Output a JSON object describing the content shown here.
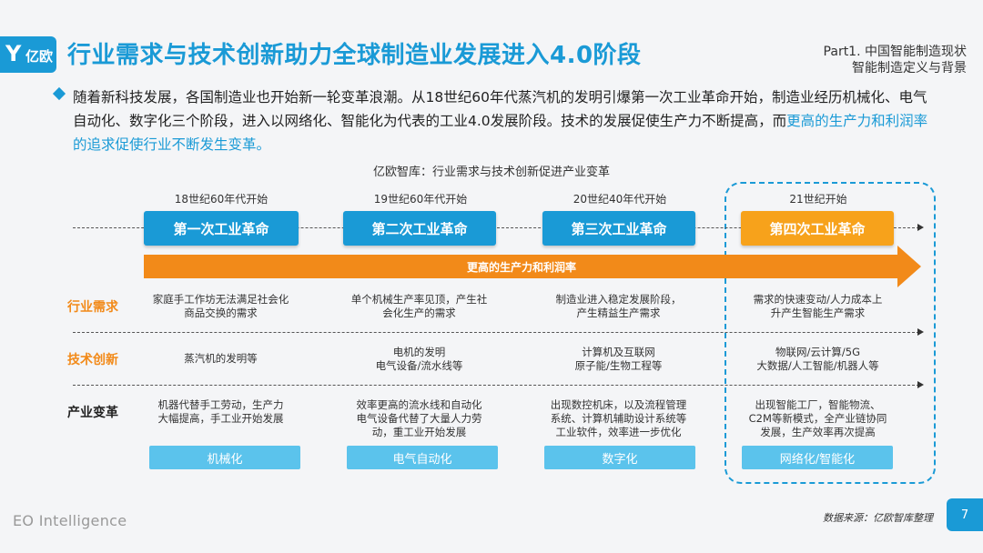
{
  "header": {
    "logo_letter": "Y",
    "logo_text": "亿欧",
    "title": "行业需求与技术创新助力全球制造业发展进入4.0阶段",
    "part_line1": "Part1. 中国智能制造现状",
    "part_line2": "智能制造定义与背景"
  },
  "intro": {
    "text_normal": "随着新科技发展，各国制造业也开始新一轮变革浪潮。从18世纪60年代蒸汽机的发明引爆第一次工业革命开始，制造业经历机械化、电气自动化、数字化三个阶段，进入以网络化、智能化为代表的工业4.0发展阶段。技术的发展促使生产力不断提高，而",
    "text_highlight": "更高的生产力和利润率的追求促使行业不断发生变革。"
  },
  "figure": {
    "caption": "亿欧智库：行业需求与技术创新促进产业变革",
    "arrow_label": "更高的生产力和利润率",
    "row_labels": {
      "demand": "行业需求",
      "innovation": "技术创新",
      "change": "产业变革"
    },
    "columns": [
      {
        "era": "18世纪60年代开始",
        "revolution": "第一次工业革命",
        "demand": "家庭手工作坊无法满足社会化\n商品交换的需求",
        "innovation": "蒸汽机的发明等",
        "change": "机器代替手工劳动，生产力\n大幅提高，手工业开始发展",
        "tag": "机械化"
      },
      {
        "era": "19世纪60年代开始",
        "revolution": "第二次工业革命",
        "demand": "单个机械生产率见顶，产生社\n会化生产的需求",
        "innovation": "电机的发明\n电气设备/流水线等",
        "change": "效率更高的流水线和自动化\n电气设备代替了大量人力劳\n动，重工业开始发展",
        "tag": "电气自动化"
      },
      {
        "era": "20世纪40年代开始",
        "revolution": "第三次工业革命",
        "demand": "制造业进入稳定发展阶段，\n产生精益生产需求",
        "innovation": "计算机及互联网\n原子能/生物工程等",
        "change": "出现数控机床，以及流程管理\n系统、计算机辅助设计系统等\n工业软件，效率进一步优化",
        "tag": "数字化"
      },
      {
        "era": "21世纪开始",
        "revolution": "第四次工业革命",
        "demand": "需求的快速变动/人力成本上\n升产生智能生产需求",
        "innovation": "物联网/云计算/5G\n大数据/人工智能/机器人等",
        "change": "出现智能工厂，智能物流、\nC2M等新模式，全产业链协同\n发展，生产效率再次提高",
        "tag": "网络化/智能化"
      }
    ]
  },
  "footer": {
    "brand": "EO Intelligence",
    "source": "数据来源：亿欧智库整理",
    "page": "7"
  },
  "colors": {
    "accent": "#1a9ad6",
    "orange": "#f28a19",
    "revolution4": "#f7a21b",
    "tag": "#5bc3ec"
  }
}
